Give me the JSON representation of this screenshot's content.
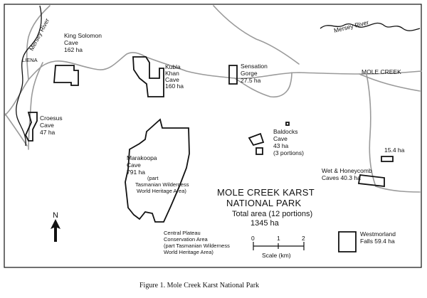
{
  "map": {
    "title_line1": "MOLE CREEK KARST",
    "title_line2": "NATIONAL PARK",
    "total_area": "Total area (12 portions)",
    "total_ha": "1345 ha",
    "north_arrow": "N",
    "scale": {
      "ticks": [
        "0",
        "1",
        "2"
      ],
      "label": "Scale (km)"
    },
    "places": {
      "liena": "LIENA",
      "mole_creek": "MOLE CREEK",
      "mersey_river_left": "Mersey River",
      "mersey_river_right": "Mersey River"
    },
    "areas": {
      "king_solomon": [
        "King Solomon",
        "Cave",
        "162 ha"
      ],
      "kubla_khan": [
        "Kubla",
        "Khan",
        "Cave",
        "160 ha"
      ],
      "sensation_gorge": [
        "Sensation",
        "Gorge",
        "27.5 ha"
      ],
      "croesus": [
        "Croesus",
        "Cave",
        "47 ha"
      ],
      "marakoopa": [
        "Marakoopa",
        "Cave",
        "791 ha"
      ],
      "marakoopa_note": [
        "(part",
        "Tasmanian Wilderness",
        "World Heritage Area)"
      ],
      "baldocks": [
        "Baldocks",
        "Cave",
        "43 ha",
        "(3 portions)"
      ],
      "small_15_4": "15.4 ha",
      "wet_honeycomb": [
        "Wet & Honeycomb",
        "Caves 40.3 ha"
      ],
      "central_plateau": [
        "Central Plateau",
        "Conservation Area",
        "(part Tasmanian Wilderness",
        "World Heritage Area)"
      ],
      "westmorland": [
        "Westmorland",
        "Falls  59.4 ha"
      ]
    }
  },
  "caption": "Figure 1.  Mole Creek Karst National Park",
  "colors": {
    "road": "#9a9a9a",
    "boundary": "#111111",
    "background": "#ffffff"
  }
}
